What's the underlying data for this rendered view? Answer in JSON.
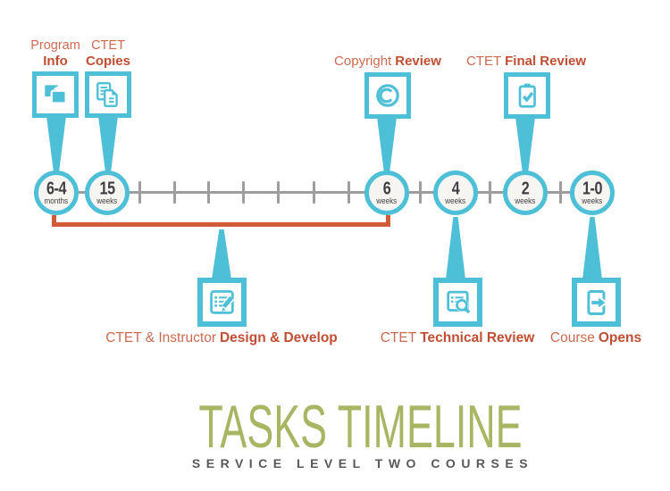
{
  "title": {
    "heading": "TASKS TIMELINE",
    "subheading": "SERVICE LEVEL TWO COURSES"
  },
  "colors": {
    "teal": "#4dbfd6",
    "label_orange": "#cb6a50",
    "label_orange_bold": "#bf4e33",
    "bracket_orange": "#d15b39",
    "timeline_gray": "#9d9d9d",
    "circle_text": "#3f3f41",
    "circle_fill": "#f7f5f2",
    "heading_green": "#a6b663",
    "subheading_gray": "#57585a"
  },
  "milestones": [
    {
      "name": "program-info",
      "label_regular": "Program",
      "label_bold": "Info",
      "time_value": "6-4",
      "time_unit": "months",
      "icon": "flags-icon",
      "position": "above"
    },
    {
      "name": "ctet-copies",
      "label_regular": "CTET",
      "label_bold": "Copies",
      "time_value": "15",
      "time_unit": "weeks",
      "icon": "copy-documents-icon",
      "position": "above"
    },
    {
      "name": "copyright-review",
      "label_regular": "Copyright",
      "label_bold": "Review",
      "time_value": "6",
      "time_unit": "weeks",
      "icon": "copyright-icon",
      "position": "above"
    },
    {
      "name": "ctet-technical-review",
      "label_regular": "CTET",
      "label_bold": "Technical Review",
      "time_value": "4",
      "time_unit": "weeks",
      "icon": "document-magnifier-icon",
      "position": "below"
    },
    {
      "name": "ctet-final-review",
      "label_regular": "CTET",
      "label_bold": "Final Review",
      "time_value": "2",
      "time_unit": "weeks",
      "icon": "clipboard-check-icon",
      "position": "above"
    },
    {
      "name": "course-opens",
      "label_regular": "Course",
      "label_bold": "Opens",
      "time_value": "1-0",
      "time_unit": "weeks",
      "icon": "exit-door-icon",
      "position": "below"
    }
  ],
  "span_task": {
    "name": "ctet-instructor-design-develop",
    "label_regular": "CTET & Instructor",
    "label_bold": "Design & Develop",
    "icon": "notepad-pencil-icon",
    "spans_from": "6-4 months",
    "spans_to": "6 weeks"
  }
}
